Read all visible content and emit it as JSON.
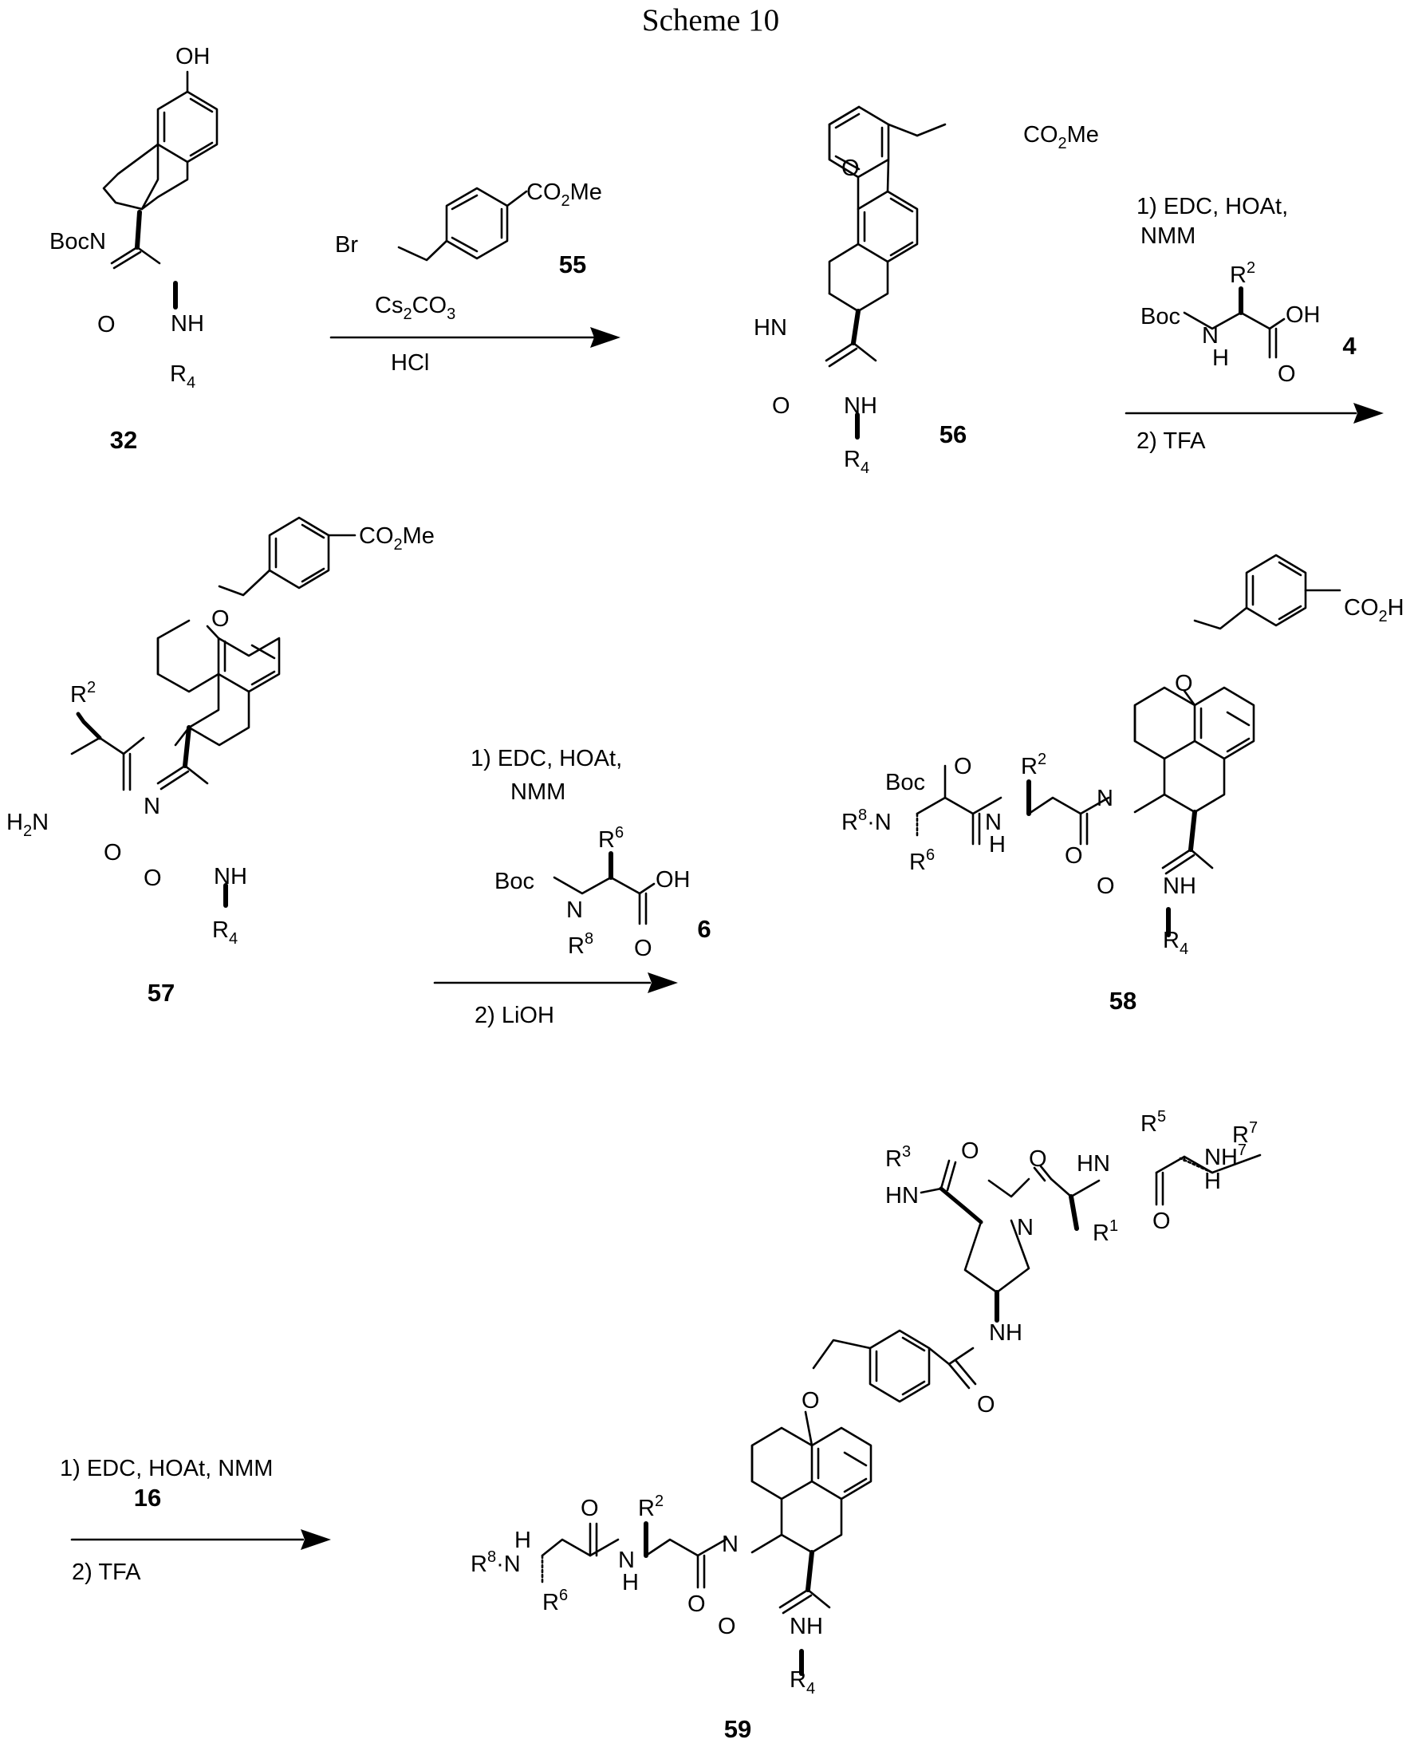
{
  "title": "Scheme 10",
  "compounds": {
    "c32": "32",
    "c55": "55",
    "c56": "56",
    "c4": "4",
    "c57": "57",
    "c6": "6",
    "c58": "58",
    "c16": "16",
    "c59": "59"
  },
  "reactions": {
    "r1_reagent": "Cs2CO3",
    "r1_below": "HCl",
    "r2_step1_a": "1)  EDC, HOAt,",
    "r2_step1_b": "NMM",
    "r2_step2": "2) TFA",
    "r3_step1_a": "1)  EDC, HOAt,",
    "r3_step1_b": "NMM",
    "r3_step2": "2) LiOH",
    "r4_step1": "1) EDC, HOAt, NMM",
    "r4_step2": "2) TFA"
  },
  "atoms": {
    "OH": "OH",
    "Boc": "Boc",
    "BocN": "BocN",
    "N": "N",
    "NH": "NH",
    "HN": "HN",
    "H": "H",
    "O": "O",
    "Br": "Br",
    "CO2Me": "CO2Me",
    "CO2H": "CO2H",
    "H2N": "H2N",
    "R4": "R4",
    "R2": "R2",
    "R6": "R6",
    "R8": "R8",
    "R3": "R3",
    "R5": "R5",
    "R7": "R7",
    "R1": "R1"
  }
}
